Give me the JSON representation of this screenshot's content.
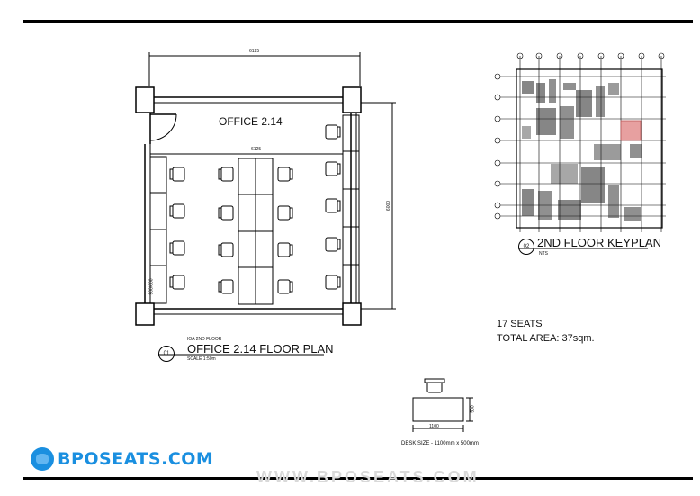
{
  "plan": {
    "room_name": "OFFICE 2.14",
    "top_dimension": "6125",
    "inner_dimension": "6125",
    "right_dimension": "6000",
    "left_dimension": "900/600",
    "title_number": "01",
    "title": "OFFICE 2.14 FLOOR PLAN",
    "title_above": "IOA 2ND FLOOR",
    "scale": "SCALE 1:50m"
  },
  "keyplan": {
    "title_number": "02",
    "title": "2ND FLOOR KEYPLAN",
    "scale": "NTS"
  },
  "info": {
    "seats": "17 SEATS",
    "area": "TOTAL AREA: 37sqm."
  },
  "desk": {
    "width_label": "1100",
    "height_label": "500",
    "caption": "DESK SIZE - 1100mm x 500mm"
  },
  "brand": {
    "logo_text": "BPOSEATS.COM",
    "watermark": "WWW.BPOSEATS.COM",
    "color": "#1a8fe0"
  }
}
